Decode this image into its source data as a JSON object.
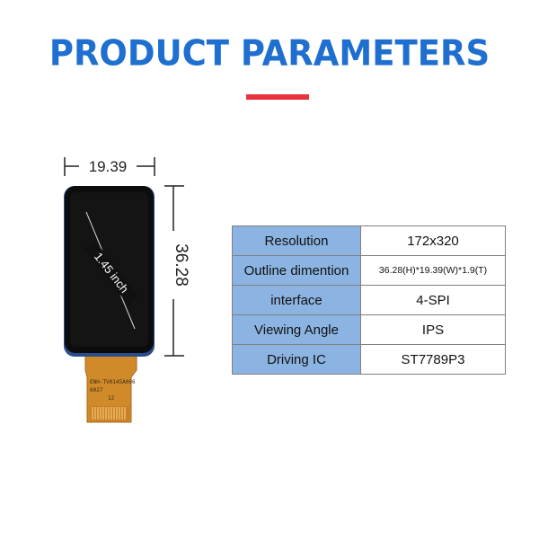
{
  "header": {
    "title": "PRODUCT  PARAMETERS"
  },
  "product": {
    "width_label": "19.39",
    "height_label": "36.28",
    "diagonal_label": "1.45 inch",
    "flex_print_line1": "ENH-TV0145A006",
    "flex_print_line2": "6027",
    "flex_print_line3": "12"
  },
  "specs": {
    "rows": [
      {
        "label": "Resolution",
        "value": "172x320"
      },
      {
        "label": "Outline dimention",
        "value": "36.28(H)*19.39(W)*1.9(T)"
      },
      {
        "label": "interface",
        "value": "4-SPI"
      },
      {
        "label": "Viewing Angle",
        "value": "IPS"
      },
      {
        "label": "Driving IC",
        "value": "ST7789P3"
      }
    ]
  },
  "colors": {
    "title": "#1f6fd1",
    "accent": "#e8333c",
    "label_cell": "#8cb4e2",
    "flex_cable": "#d08a2a"
  }
}
